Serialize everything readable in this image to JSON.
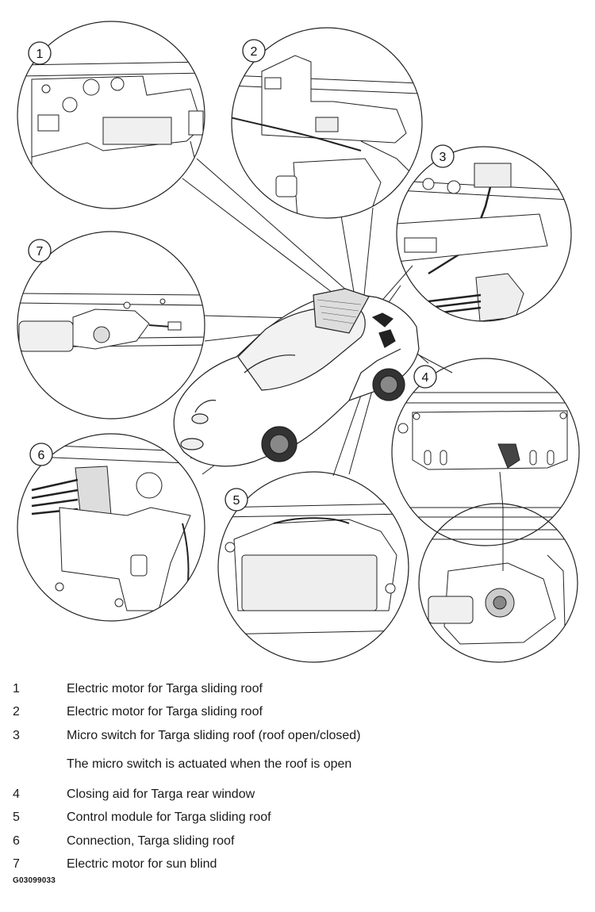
{
  "callouts": [
    "1",
    "2",
    "3",
    "7",
    "4",
    "6",
    "5"
  ],
  "legend": [
    {
      "num": "1",
      "text": "Electric motor for Targa sliding roof"
    },
    {
      "num": "2",
      "text": "Electric motor for Targa sliding roof"
    },
    {
      "num": "3",
      "text": "Micro switch for Targa sliding roof (roof open/closed)"
    },
    {
      "num": "",
      "text": "The micro switch is actuated when the roof is open"
    },
    {
      "num": "4",
      "text": "Closing aid for Targa rear window"
    },
    {
      "num": "5",
      "text": "Control module for Targa sliding roof"
    },
    {
      "num": "6",
      "text": "Connection, Targa sliding roof"
    },
    {
      "num": "7",
      "text": "Electric motor for sun blind"
    }
  ],
  "figure_code": "G03099033"
}
